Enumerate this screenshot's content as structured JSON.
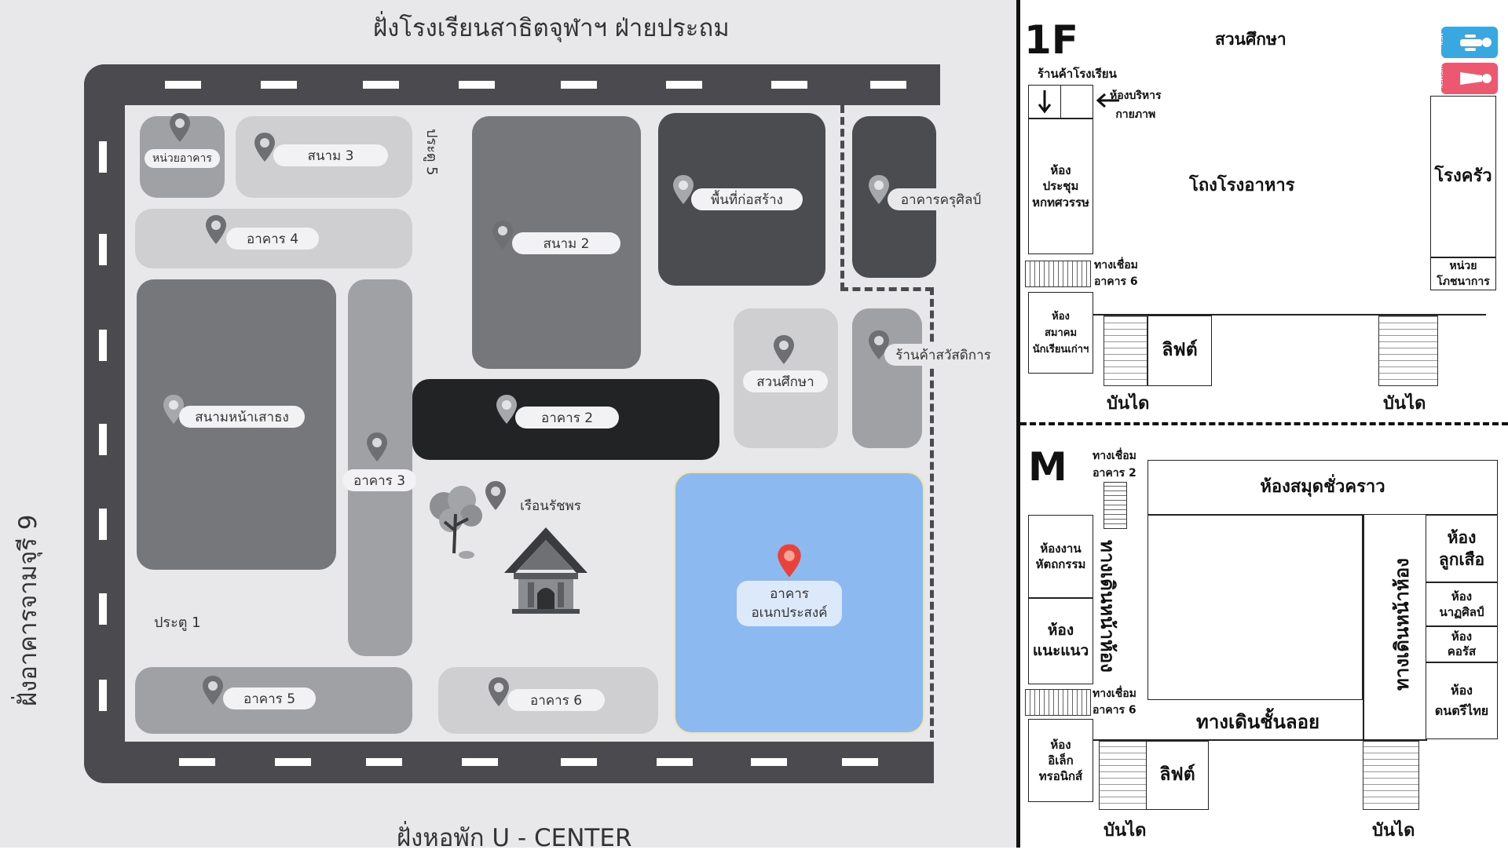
{
  "map": {
    "top_label": "ฝั่งโรงเรียนสาธิตจุฬาฯ ฝ่ายประถม",
    "bottom_label": "ฝั่งหอพัก U - CENTER",
    "left_label": "ฝั่งอาคารจามจุรี 9",
    "gate1": "ประตู 1",
    "gate5": "ประตู 5",
    "places": {
      "building_unit": "หน่วยอาคาร",
      "field3": "สนาม 3",
      "building4": "อาคาร 4",
      "field2": "สนาม 2",
      "construction": "พื้นที่ก่อสร้าง",
      "teacher_arts": "อาคารครุศิลป์",
      "welfare_shop": "ร้านค้าสวัสดิการ",
      "garden": "สวนศึกษา",
      "flagpole_field": "สนามหน้าเสาธง",
      "building3": "อาคาร 3",
      "building2": "อาคาร 2",
      "ruean_ratchaphon": "เรือนรัชพร",
      "multipurpose": "อาคาร\nอเนกประสงค์",
      "building5": "อาคาร 5",
      "building6": "อาคาร 6"
    },
    "colors": {
      "highlight_block": "#8cb9ef",
      "highlight_pin": "#e8423a"
    }
  },
  "floor1": {
    "label": "1F",
    "garden": "สวนศึกษา",
    "school_shop": "ร้านค้าโรงเรียน",
    "physical_admin": "ห้องบริหาร\nกายภาพ",
    "hall": "ห้อง\nประชุม\nหกทศวรรษ",
    "cafeteria": "โถงโรงอาหาร",
    "kitchen": "โรงครัว",
    "nutrition_unit": "หน่วย\nโภชนาการ",
    "link6": "ทางเชื่อม\nอาคาร 6",
    "alumni_room": "ห้อง\nสมาคม\nนักเรียนเก่าฯ",
    "lift": "ลิฟต์",
    "stairs_left": "บันได",
    "stairs_right": "บันได",
    "men_icon_text": "MEN",
    "women_icon_text": "WOMEN"
  },
  "floorM": {
    "label": "M",
    "link2": "ทางเชื่อม\nอาคาร 2",
    "temp_library": "ห้องสมุดชั่วคราว",
    "crafts_room": "ห้องงาน\nหัตถกรรม",
    "corridor_left": "ทางเดินหน้าห้อง",
    "corridor_right": "ทางเดินหน้าห้อง",
    "scout_room": "ห้อง\nลูกเสือ",
    "drama_room": "ห้อง\nนาฏศิลป์",
    "choir_room": "ห้อง\nคอรัส",
    "thai_music_room": "ห้อง\nดนตรีไทย",
    "guidance_room": "ห้อง\nแนะแนว",
    "link6": "ทางเชื่อม\nอาคาร 6",
    "mezz_walkway": "ทางเดินชั้นลอย",
    "electronics_room": "ห้อง\nอิเล็ก\nทรอนิกส์",
    "lift": "ลิฟต์",
    "stairs_left": "บันได",
    "stairs_right": "บันได"
  }
}
